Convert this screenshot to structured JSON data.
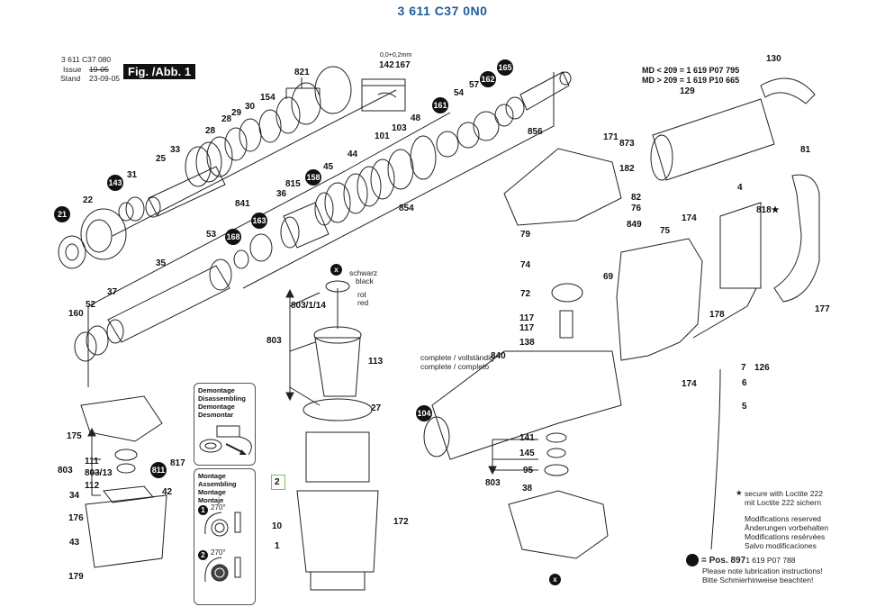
{
  "page": {
    "title": "3 611 C37 0N0"
  },
  "header": {
    "drawing_number": "3 611 C37 080",
    "issue_label": "Issue",
    "stand_label": "Stand",
    "issue_date_struck": "19-05",
    "stand_date": "23-09-05",
    "figure_label": "Fig. /Abb. 1"
  },
  "seal_detail": {
    "tolerance": "0,0+0,2mm",
    "parts": [
      "142",
      "167"
    ]
  },
  "housing_note": {
    "line1": "MD < 209 = 1 619 P07 795",
    "line2": "MD > 209 = 1 619 P10 665"
  },
  "wire_labels": {
    "black_de": "schwarz",
    "black_en": "black",
    "red_de": "rot",
    "red_en": "red"
  },
  "complete_note": {
    "line1": "complete / vollständig",
    "line2": "complete / completo",
    "part": "840"
  },
  "disassembly_box": {
    "lines": [
      "Demontage",
      "Disassembling",
      "Demontage",
      "Desmontar"
    ]
  },
  "assembly_box": {
    "lines": [
      "Montage",
      "Assembling",
      "Montage",
      "Montaje"
    ],
    "step1": "1",
    "step2": "2",
    "angle1": "270°",
    "angle2": "270°"
  },
  "legend": {
    "star_line1": "secure with Loctite 222",
    "star_line2": "mit Loctite 222 sichern",
    "mod1": "Modifications reserved",
    "mod2": "Änderungen vorbehalten",
    "mod3": "Modifications resérvées",
    "mod4": "Salvo modificaciones",
    "pos_label": "= Pos. 897",
    "pos_value": "1 619 P07 788",
    "lub1": "Please note lubrication instructions!",
    "lub2": "Bitte Schmierhinweise beachten!"
  },
  "part_labels": {
    "p821": "821",
    "p154": "154",
    "p30": "30",
    "p29": "29",
    "p28a": "28",
    "p28b": "28",
    "p33": "33",
    "p25": "25",
    "p31": "31",
    "p22": "22",
    "p53": "53",
    "p35": "35",
    "p37": "37",
    "p52": "52",
    "p160": "160",
    "p841": "841",
    "p815": "815",
    "p36": "36",
    "p45": "45",
    "p44": "44",
    "p101": "101",
    "p103": "103",
    "p48": "48",
    "p854": "854",
    "p54": "54",
    "p57": "57",
    "p856": "856",
    "p171": "171",
    "p873": "873",
    "p182": "182",
    "p82": "82",
    "p76": "76",
    "p849": "849",
    "p79": "79",
    "p74": "74",
    "p72": "72",
    "p69": "69",
    "p117a": "117",
    "p117b": "117",
    "p138": "138",
    "p130": "130",
    "p129": "129",
    "p81": "81",
    "p4": "4",
    "p818": "818★",
    "p174a": "174",
    "p75": "75",
    "p178": "178",
    "p177": "177",
    "p7": "7",
    "p126": "126",
    "p174b": "174",
    "p6": "6",
    "p5": "5",
    "p803_114": "803/1/14",
    "p803a": "803",
    "p113": "113",
    "p27": "27",
    "p2": "2",
    "p10": "10",
    "p1": "1",
    "p172": "172",
    "p141": "141",
    "p145": "145",
    "p95": "95",
    "p803b": "803",
    "p38": "38",
    "p175": "175",
    "p111": "111",
    "p803_13": "803/13",
    "p803c": "803",
    "p112": "112",
    "p817": "817",
    "p42": "42",
    "p34": "34",
    "p176": "176",
    "p43": "43",
    "p179": "179"
  },
  "lube_badges": {
    "b21": "21",
    "b143": "143",
    "b168": "168",
    "b163": "163",
    "b158": "158",
    "b161": "161",
    "b162": "162",
    "b165": "165",
    "b104": "104",
    "b811": "811"
  },
  "x_marks": {
    "top": "x",
    "bottom": "x"
  }
}
